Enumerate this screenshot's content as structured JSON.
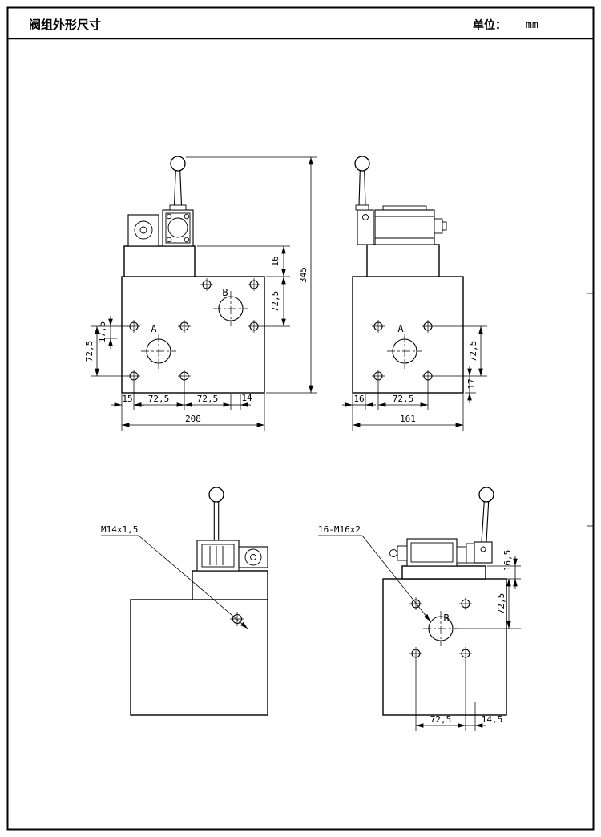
{
  "header": {
    "title": "阀组外形尺寸",
    "unit_label": "单位：",
    "unit_value": "mm"
  },
  "front_view": {
    "port_a_label": "A",
    "port_b_label": "B",
    "dim_overall_height": "345",
    "dim_step": "16",
    "dim_port_b_offset": "72,5",
    "dim_hole_offset": "17,5",
    "dim_hole_rows": "72,5",
    "dim_left_edge": "15",
    "dim_hole_cols_1": "72,5",
    "dim_hole_cols_2": "72,5",
    "dim_right_edge": "14",
    "dim_overall_width": "208"
  },
  "side_view": {
    "port_a_label": "A",
    "dim_hole_rows": "72,5",
    "dim_left_edge": "16",
    "dim_hole_cols": "72,5",
    "dim_bottom_edge": "17",
    "dim_overall_width": "161"
  },
  "top_view": {
    "thread_label": "M14x1,5"
  },
  "rear_view": {
    "port_b_label": "B",
    "thread_label": "16-M16x2",
    "dim_step": "16,5",
    "dim_port_b_offset": "72,5",
    "dim_hole_cols": "72,5",
    "dim_right_edge": "14,5"
  }
}
